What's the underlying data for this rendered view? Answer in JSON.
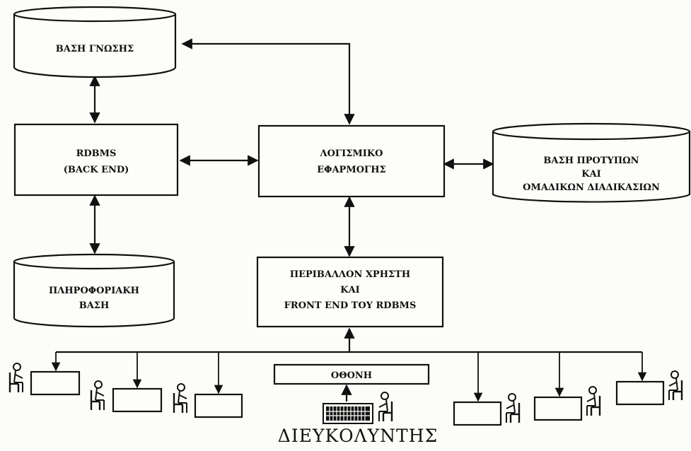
{
  "nodes": {
    "knowledge_base": {
      "line1": "ΒΑΣΗ ΓΝΩΣΗΣ"
    },
    "rdbms": {
      "line1": "RDBMS",
      "line2": "(BACK END)"
    },
    "app_software": {
      "line1": "ΛΟΓΙΣΜΙΚΟ",
      "line2": "ΕΦΑΡΜΟΓΗΣ"
    },
    "templates_base": {
      "line1": "ΒΑΣΗ ΠΡΟΤΥΠΩΝ",
      "line2": "ΚΑΙ",
      "line3": "ΟΜΑΔΙΚΩΝ ΔΙΑΔΙΚΑΣΙΩΝ"
    },
    "info_base": {
      "line1": "ΠΛΗΡΟΦΟΡΙΑΚΗ",
      "line2": "ΒΑΣΗ"
    },
    "user_env": {
      "line1": "ΠΕΡΙΒΑΛΛΟΝ ΧΡΗΣΤΗ",
      "line2": "ΚΑΙ",
      "line3": "FRONT END ΤΟΥ RDBMS"
    },
    "screen": {
      "line1": "ΟΘΟΝΗ"
    },
    "coordinator": {
      "line1": "ΔΙΕΥΚΟΛΥΝΤΗΣ"
    }
  },
  "icons": {
    "participant": "seated-person-icon",
    "workstation": "terminal-icon",
    "keyboard": "keyboard-icon"
  },
  "colors": {
    "ink": "#111111",
    "paper": "#fcfcf8"
  }
}
